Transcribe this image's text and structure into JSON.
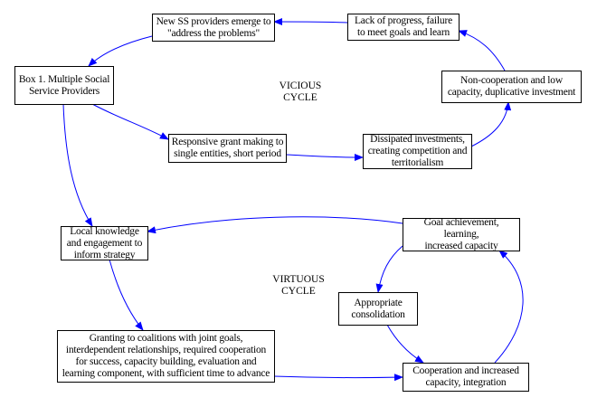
{
  "diagram": {
    "edge_color": "#0000ff",
    "cycles": [
      {
        "id": "vicious",
        "label": "VICIOUS\nCYCLE"
      },
      {
        "id": "virtuous",
        "label": "VIRTUOUS\nCYCLE"
      }
    ],
    "nodes": [
      {
        "id": "new-ss-providers",
        "text": "New SS providers emerge to\n\"address the problems\""
      },
      {
        "id": "lack-of-progress",
        "text": "Lack of progress, failure\nto meet goals and learn"
      },
      {
        "id": "box1-providers",
        "text": "Box 1. Multiple Social\nService Providers"
      },
      {
        "id": "non-cooperation",
        "text": "Non-cooperation and low\ncapacity, duplicative investment"
      },
      {
        "id": "responsive-grant",
        "text": "Responsive grant making to\nsingle entities, short period"
      },
      {
        "id": "dissipated-investments",
        "text": "Dissipated investments,\ncreating competition and\nterritorialism"
      },
      {
        "id": "local-knowledge",
        "text": "Local knowledge\nand engagement to\ninform strategy"
      },
      {
        "id": "goal-achievement",
        "text": "Goal achievement, learning,\nincreased capacity"
      },
      {
        "id": "appropriate-consolidation",
        "text": "Appropriate\nconsolidation"
      },
      {
        "id": "granting-coalitions",
        "text": "Granting to coalitions with joint goals,\ninterdependent relationships, required cooperation\nfor success, capacity building, evaluation and\nlearning component, with sufficient time to advance"
      },
      {
        "id": "cooperation-integration",
        "text": "Cooperation and increased\ncapacity, integration"
      }
    ],
    "edges": [
      {
        "from": "box1-providers",
        "to": "responsive-grant"
      },
      {
        "from": "responsive-grant",
        "to": "dissipated-investments"
      },
      {
        "from": "dissipated-investments",
        "to": "non-cooperation"
      },
      {
        "from": "non-cooperation",
        "to": "lack-of-progress"
      },
      {
        "from": "lack-of-progress",
        "to": "new-ss-providers"
      },
      {
        "from": "new-ss-providers",
        "to": "box1-providers"
      },
      {
        "from": "box1-providers",
        "to": "local-knowledge"
      },
      {
        "from": "local-knowledge",
        "to": "granting-coalitions"
      },
      {
        "from": "granting-coalitions",
        "to": "cooperation-integration"
      },
      {
        "from": "cooperation-integration",
        "to": "goal-achievement"
      },
      {
        "from": "goal-achievement",
        "to": "appropriate-consolidation"
      },
      {
        "from": "appropriate-consolidation",
        "to": "cooperation-integration"
      },
      {
        "from": "goal-achievement",
        "to": "local-knowledge"
      }
    ]
  }
}
